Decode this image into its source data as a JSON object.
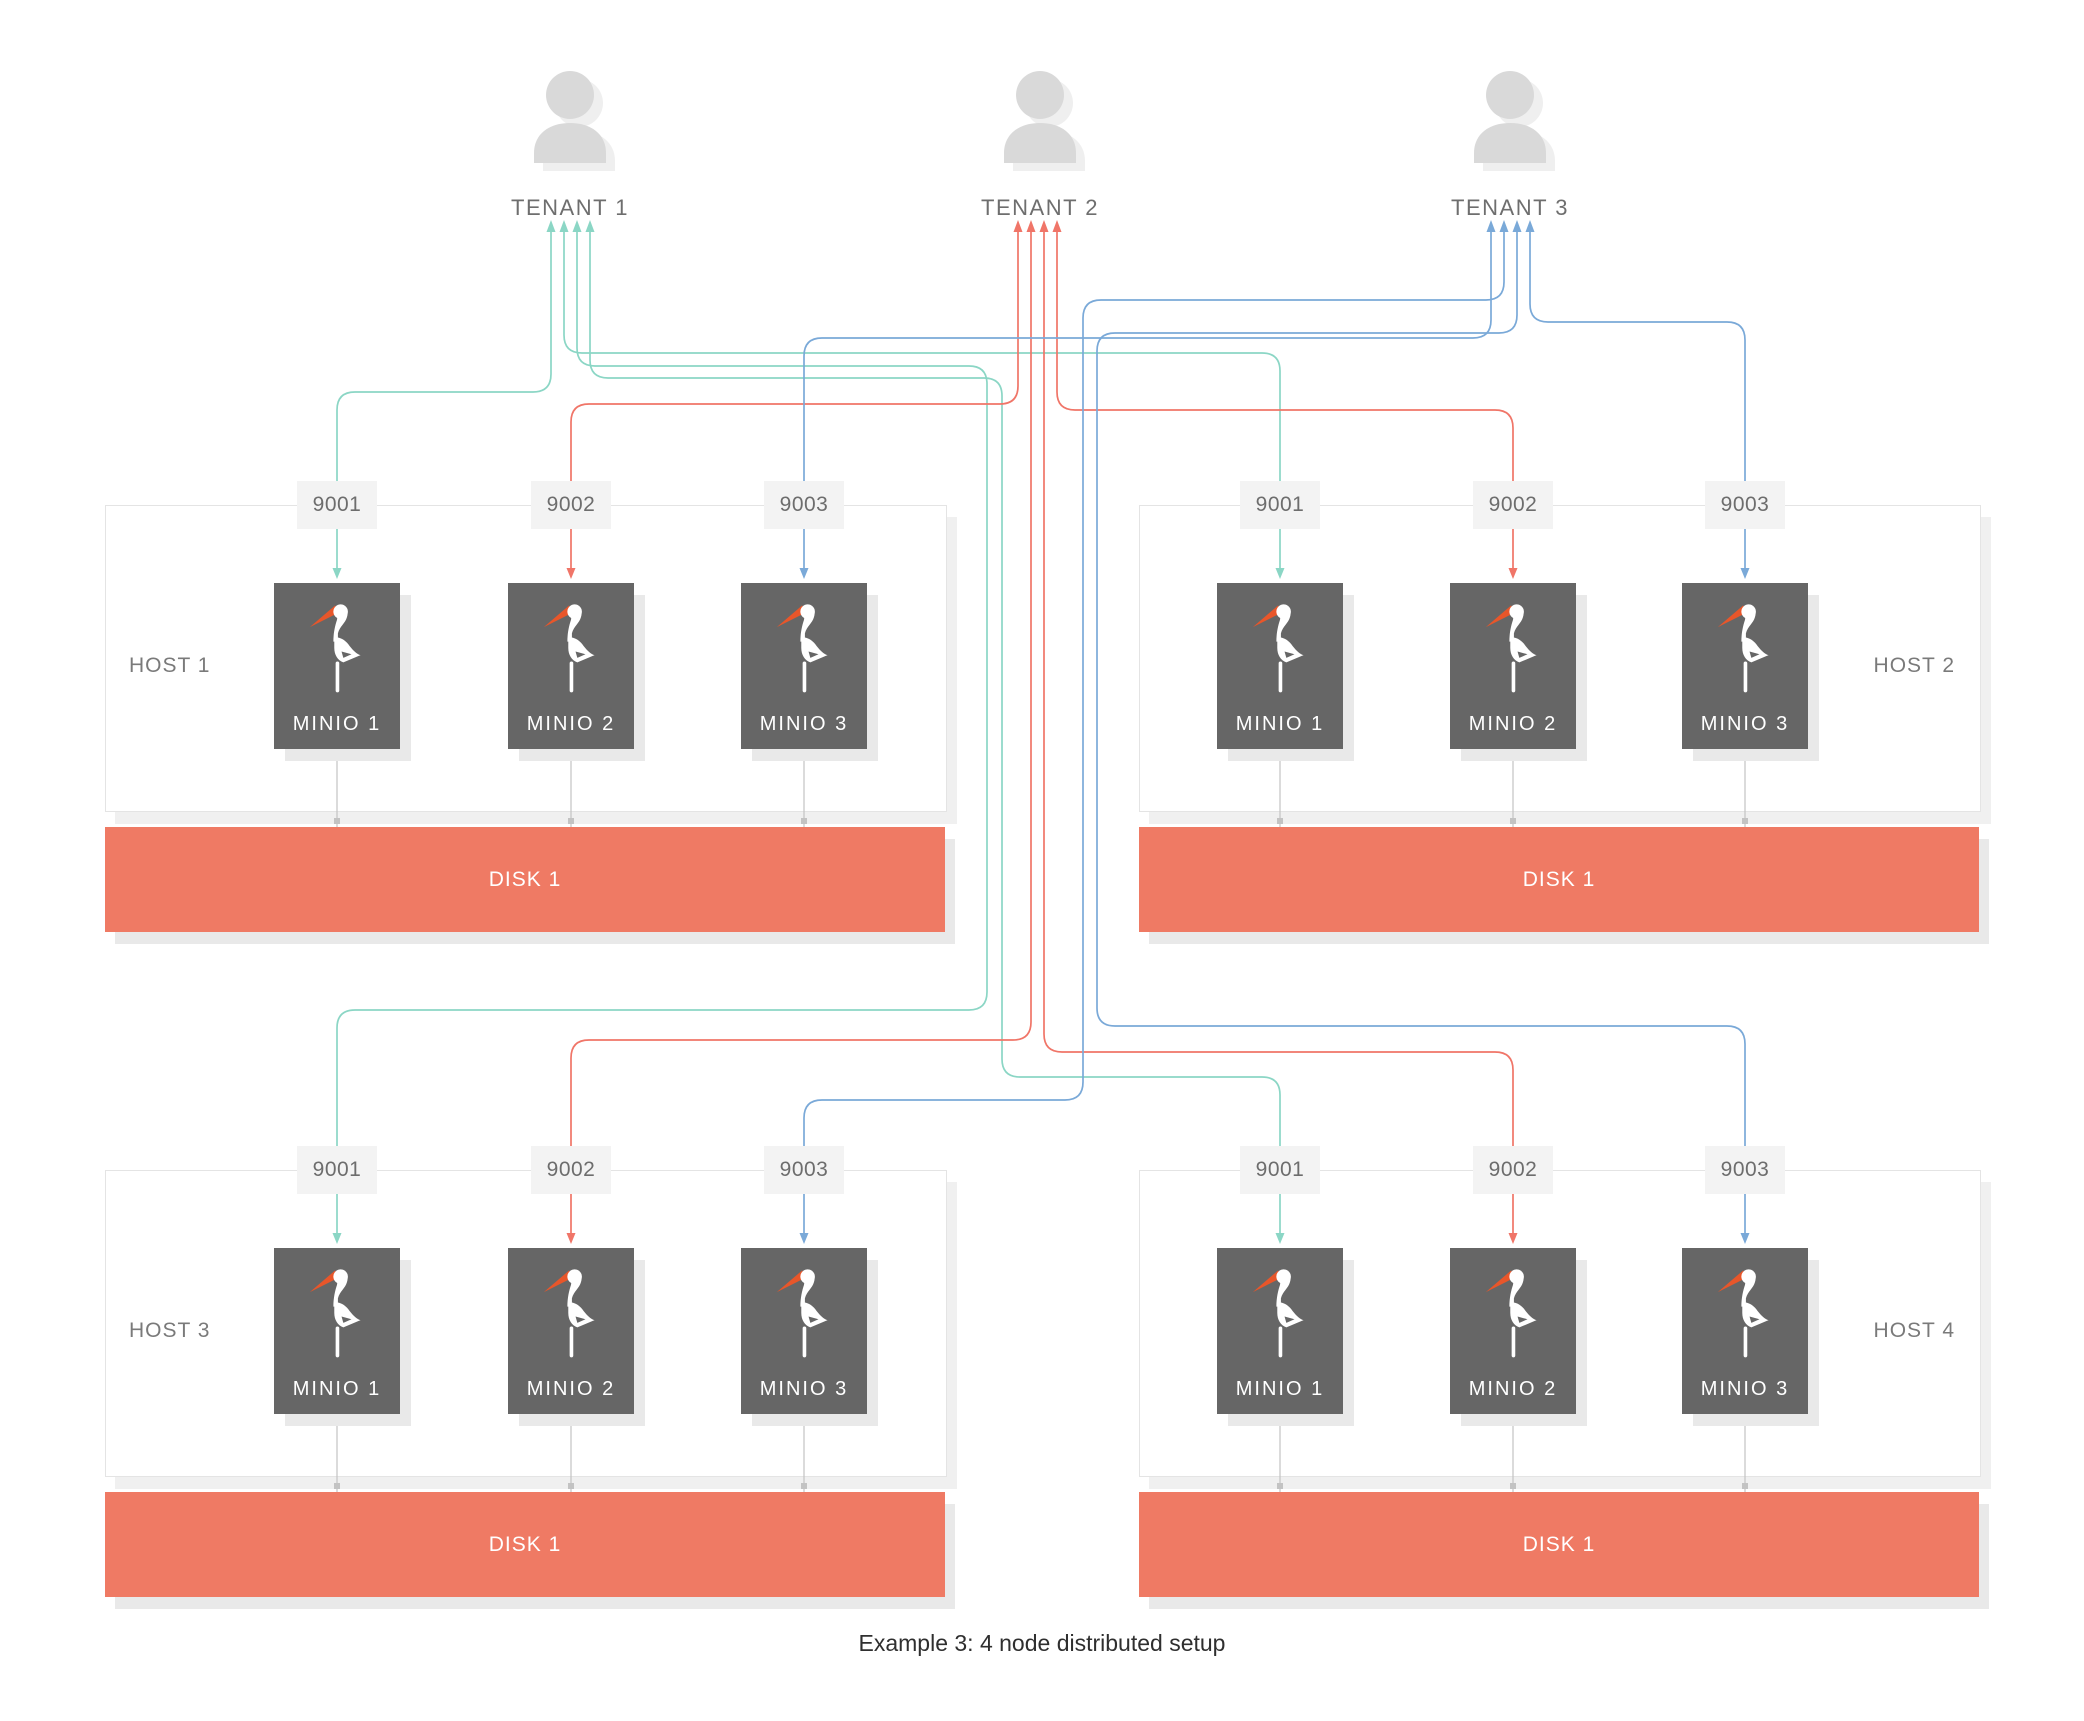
{
  "caption": "Example 3: 4 node distributed setup",
  "colors": {
    "tenant1_line": "#8bd6c5",
    "tenant2_line": "#f07568",
    "tenant3_line": "#7aa9d8",
    "disk_bar": "#ef7a64",
    "node_bg": "#666666",
    "stork_beak": "#e8562a",
    "port_bg": "#f3f3f3",
    "user_icon": "#d9d9d9"
  },
  "tenants": [
    {
      "label": "TENANT 1",
      "color": "#8bd6c5"
    },
    {
      "label": "TENANT 2",
      "color": "#f07568"
    },
    {
      "label": "TENANT 3",
      "color": "#7aa9d8"
    }
  ],
  "hosts": [
    {
      "label": "HOST 1",
      "side": "left",
      "disk": "DISK 1",
      "nodes": [
        {
          "label": "MINIO 1",
          "port": "9001"
        },
        {
          "label": "MINIO 2",
          "port": "9002"
        },
        {
          "label": "MINIO 3",
          "port": "9003"
        }
      ]
    },
    {
      "label": "HOST 2",
      "side": "right",
      "disk": "DISK 1",
      "nodes": [
        {
          "label": "MINIO 1",
          "port": "9001"
        },
        {
          "label": "MINIO 2",
          "port": "9002"
        },
        {
          "label": "MINIO 3",
          "port": "9003"
        }
      ]
    },
    {
      "label": "HOST 3",
      "side": "left",
      "disk": "DISK 1",
      "nodes": [
        {
          "label": "MINIO 1",
          "port": "9001"
        },
        {
          "label": "MINIO 2",
          "port": "9002"
        },
        {
          "label": "MINIO 3",
          "port": "9003"
        }
      ]
    },
    {
      "label": "HOST 4",
      "side": "right",
      "disk": "DISK 1",
      "nodes": [
        {
          "label": "MINIO 1",
          "port": "9001"
        },
        {
          "label": "MINIO 2",
          "port": "9002"
        },
        {
          "label": "MINIO 3",
          "port": "9003"
        }
      ]
    }
  ],
  "connections": [
    {
      "from": "TENANT 1",
      "to": "HOST 1",
      "port": "9001"
    },
    {
      "from": "TENANT 1",
      "to": "HOST 2",
      "port": "9001"
    },
    {
      "from": "TENANT 1",
      "to": "HOST 3",
      "port": "9001"
    },
    {
      "from": "TENANT 1",
      "to": "HOST 4",
      "port": "9001"
    },
    {
      "from": "TENANT 2",
      "to": "HOST 1",
      "port": "9002"
    },
    {
      "from": "TENANT 2",
      "to": "HOST 3",
      "port": "9002"
    },
    {
      "from": "TENANT 2",
      "to": "HOST 4",
      "port": "9002"
    },
    {
      "from": "TENANT 2",
      "to": "HOST 2",
      "port": "9002"
    },
    {
      "from": "TENANT 3",
      "to": "HOST 1",
      "port": "9003"
    },
    {
      "from": "TENANT 3",
      "to": "HOST 3",
      "port": "9003"
    },
    {
      "from": "TENANT 3",
      "to": "HOST 4",
      "port": "9003"
    },
    {
      "from": "TENANT 3",
      "to": "HOST 2",
      "port": "9003"
    }
  ]
}
